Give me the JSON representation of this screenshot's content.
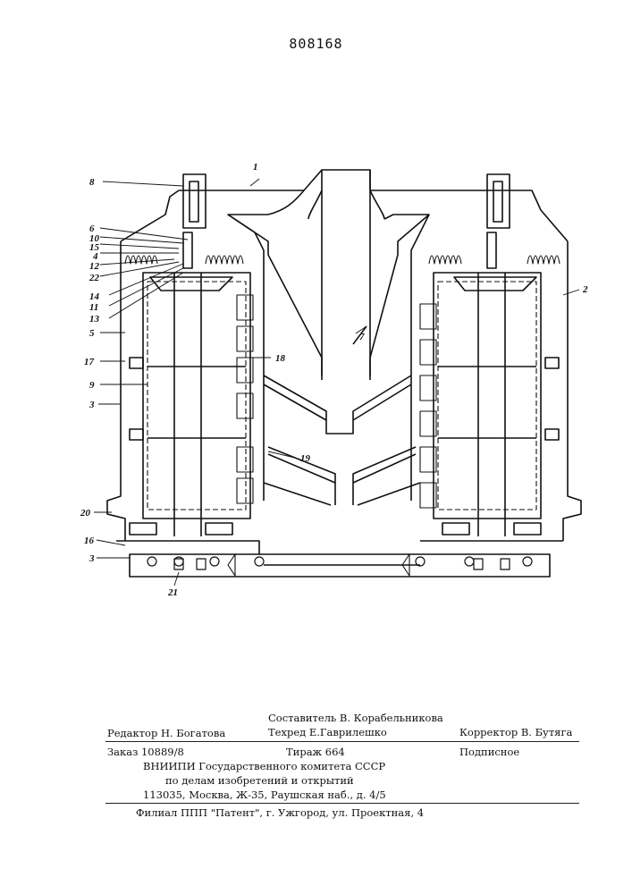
{
  "document": {
    "patent_number": "808168"
  },
  "figure": {
    "labels": {
      "l1": "1",
      "l2": "2",
      "l3a": "3",
      "l3b": "3",
      "l4": "4",
      "l5": "5",
      "l6": "6",
      "l7": "7",
      "l8": "8",
      "l9": "9",
      "l10": "10",
      "l11": "11",
      "l12": "12",
      "l13": "13",
      "l14": "14",
      "l15": "15",
      "l16": "16",
      "l17": "17",
      "l18": "18",
      "l19": "19",
      "l20": "20",
      "l21": "21",
      "l22": "22"
    }
  },
  "imprint": {
    "editor": "Редактор Н. Богатова",
    "compiler": "Составитель В. Корабельникова",
    "techred": "Техред Е.Гаврилешко",
    "corrector": "Корректор В. Бутяга",
    "order": "Заказ 10889/8",
    "circulation": "Тираж 664",
    "subscription": "Подписное",
    "org_line1": "ВНИИПИ Государственного комитета СССР",
    "org_line2": "по делам изобретений и открытий",
    "address": "113035, Москва, Ж-35, Раушская наб., д. 4/5",
    "branch": "Филиал ППП \"Патент\", г. Ужгород, ул. Проектная, 4"
  }
}
